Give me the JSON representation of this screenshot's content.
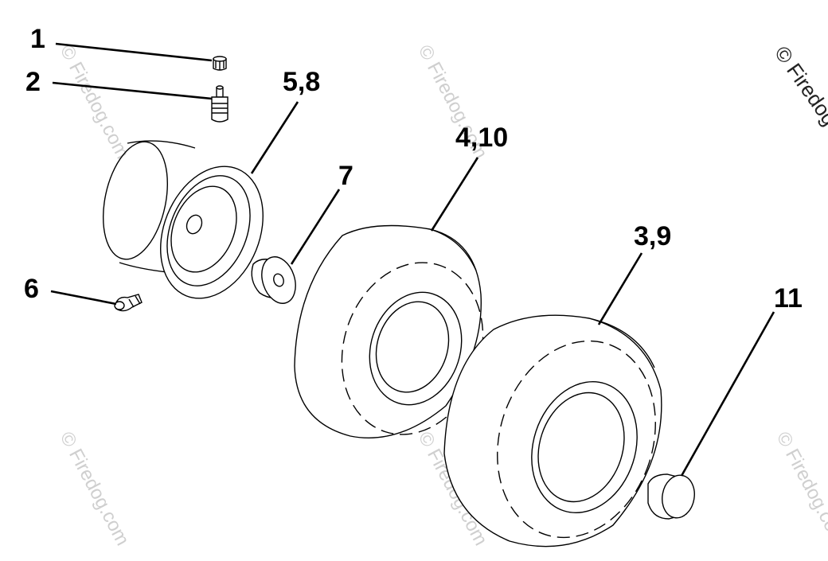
{
  "callouts": {
    "c1": "1",
    "c2": "2",
    "c58": "5,8",
    "c6": "6",
    "c7": "7",
    "c410": "4,10",
    "c39": "3,9",
    "c11": "11"
  },
  "watermark": {
    "text": "© Firedog.com",
    "corner_text": "© Firedog"
  }
}
